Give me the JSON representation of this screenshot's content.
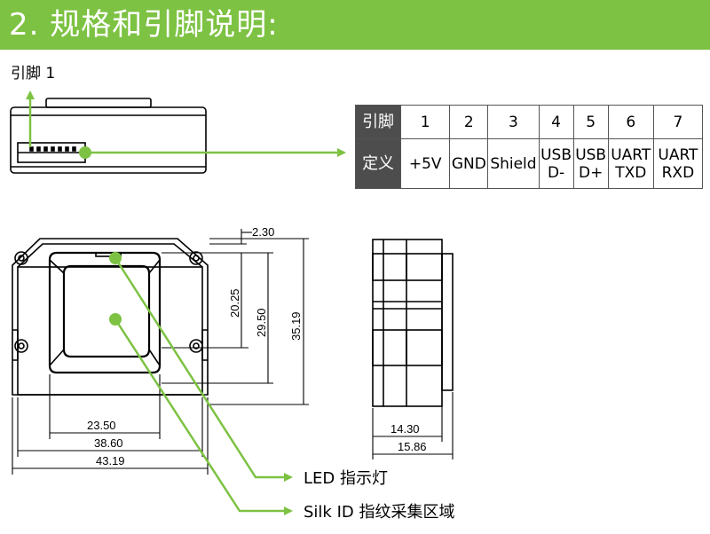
{
  "header": {
    "title": "2. 规格和引脚说明:"
  },
  "pin_label": "引脚 1",
  "pin_table": {
    "row1_header": "引脚",
    "row2_header": "定义",
    "pins": [
      {
        "num": "1",
        "def_line1": "+5V",
        "def_line2": ""
      },
      {
        "num": "2",
        "def_line1": "GND",
        "def_line2": ""
      },
      {
        "num": "3",
        "def_line1": "Shield",
        "def_line2": ""
      },
      {
        "num": "4",
        "def_line1": "USB",
        "def_line2": "D-"
      },
      {
        "num": "5",
        "def_line1": "USB",
        "def_line2": "D+"
      },
      {
        "num": "6",
        "def_line1": "UART",
        "def_line2": "TXD"
      },
      {
        "num": "7",
        "def_line1": "UART",
        "def_line2": "RXD"
      }
    ]
  },
  "dimensions": {
    "d_2_30": "2.30",
    "d_20_25": "20.25",
    "d_29_50": "29.50",
    "d_35_19": "35.19",
    "d_23_50": "23.50",
    "d_38_60": "38.60",
    "d_43_19": "43.19",
    "d_14_30": "14.30",
    "d_15_86": "15.86"
  },
  "callouts": {
    "led": "LED  指示灯",
    "silk": "Silk ID  指纹采集区域"
  },
  "colors": {
    "accent": "#7dc243",
    "table_header": "#4d4d4d",
    "line": "#000000"
  }
}
